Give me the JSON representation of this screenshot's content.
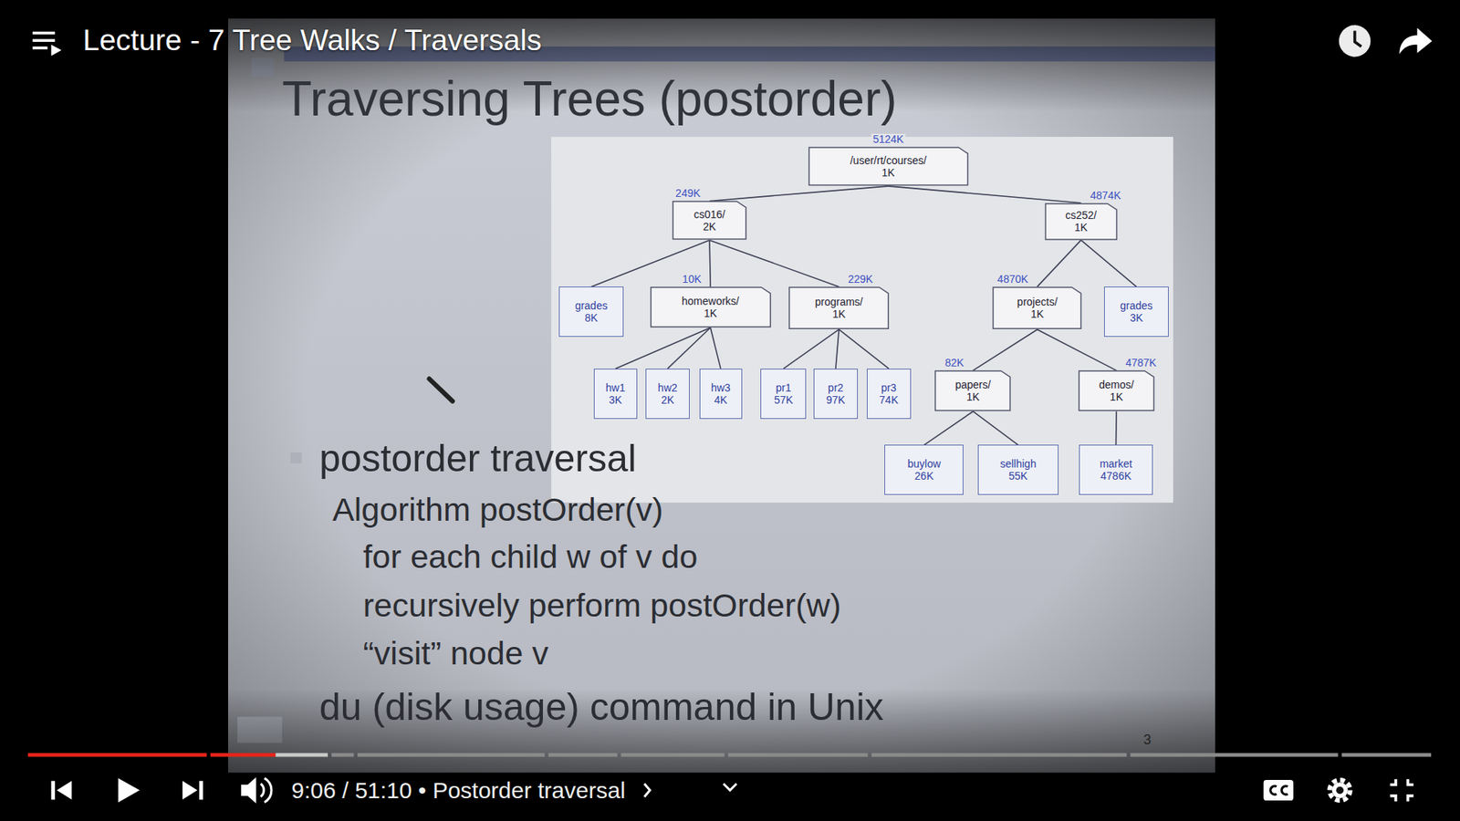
{
  "diagram": {
    "title": "Traversing Trees (postorder)",
    "nodes": [
      {
        "text": [
          "5124K",
          "/user/rt/courses/",
          "1K"
        ]
      },
      {
        "text": [
          "249K",
          "cs016/",
          "2K"
        ]
      },
      {
        "text": [
          "4874K",
          "cs252/",
          "1K"
        ]
      },
      {
        "text": [
          "grades",
          "8K"
        ]
      },
      {
        "text": [
          "10K",
          "homeworks/",
          "1K"
        ]
      },
      {
        "text": [
          "229K",
          "programs/",
          "1K"
        ]
      },
      {
        "text": [
          "4870K",
          "projects/",
          "1K"
        ]
      },
      {
        "text": [
          "grades",
          "3K"
        ]
      },
      {
        "text": [
          "hw1",
          "3K"
        ]
      },
      {
        "text": [
          "hw2",
          "2K"
        ]
      },
      {
        "text": [
          "hw3",
          "4K"
        ]
      },
      {
        "text": [
          "pr1",
          "57K"
        ]
      },
      {
        "text": [
          "pr2",
          "97K"
        ]
      },
      {
        "text": [
          "pr3",
          "74K"
        ]
      },
      {
        "text": [
          "82K",
          "papers/",
          "1K"
        ]
      },
      {
        "text": [
          "4787K",
          "demos/",
          "1K"
        ]
      },
      {
        "text": [
          "buylow",
          "26K"
        ]
      },
      {
        "text": [
          "sellhigh",
          "55K"
        ]
      },
      {
        "text": [
          "market",
          "4786K"
        ]
      }
    ],
    "edges": [
      {
        "from": 0,
        "to": 1,
        "arrow": "none"
      },
      {
        "from": 0,
        "to": 2,
        "arrow": "none"
      },
      {
        "from": 1,
        "to": 3,
        "arrow": "none"
      },
      {
        "from": 1,
        "to": 4,
        "arrow": "none"
      },
      {
        "from": 1,
        "to": 5,
        "arrow": "none"
      },
      {
        "from": 4,
        "to": 8,
        "arrow": "none"
      },
      {
        "from": 4,
        "to": 9,
        "arrow": "none"
      },
      {
        "from": 4,
        "to": 10,
        "arrow": "none"
      },
      {
        "from": 5,
        "to": 11,
        "arrow": "none"
      },
      {
        "from": 5,
        "to": 12,
        "arrow": "none"
      },
      {
        "from": 5,
        "to": 13,
        "arrow": "none"
      },
      {
        "from": 2,
        "to": 6,
        "arrow": "none"
      },
      {
        "from": 2,
        "to": 7,
        "arrow": "none"
      },
      {
        "from": 6,
        "to": 14,
        "arrow": "none"
      },
      {
        "from": 6,
        "to": 15,
        "arrow": "none"
      },
      {
        "from": 14,
        "to": 16,
        "arrow": "none"
      },
      {
        "from": 14,
        "to": 17,
        "arrow": "none"
      },
      {
        "from": 15,
        "to": 18,
        "arrow": "none"
      }
    ],
    "labels": [
      "Lecture - 7 Tree Walks / Traversals",
      "postorder traversal",
      "Algorithm postOrder(v)",
      "for each child w of v do",
      "recursively perform postOrder(w)",
      "“visit” node v",
      "du (disk usage) command in Unix",
      "3",
      "9:06 / 51:10 • Postorder traversal"
    ]
  }
}
